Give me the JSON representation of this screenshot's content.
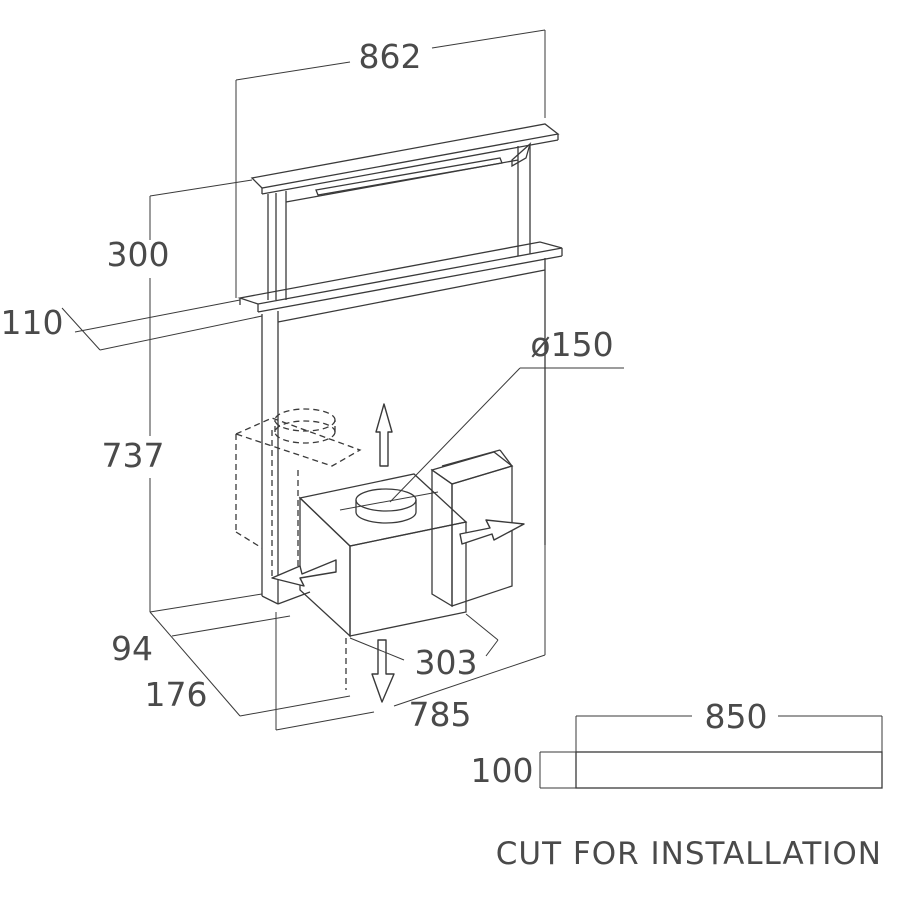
{
  "dimensions": {
    "width_top": "862",
    "height_extension": "300",
    "depth_top": "110",
    "diameter": "ø150",
    "height_total": "737",
    "depth_94": "94",
    "depth_176": "176",
    "motor_width": "303",
    "base_width": "785",
    "cut_width": "850",
    "cut_depth": "100"
  },
  "caption": "CUT FOR INSTALLATION"
}
